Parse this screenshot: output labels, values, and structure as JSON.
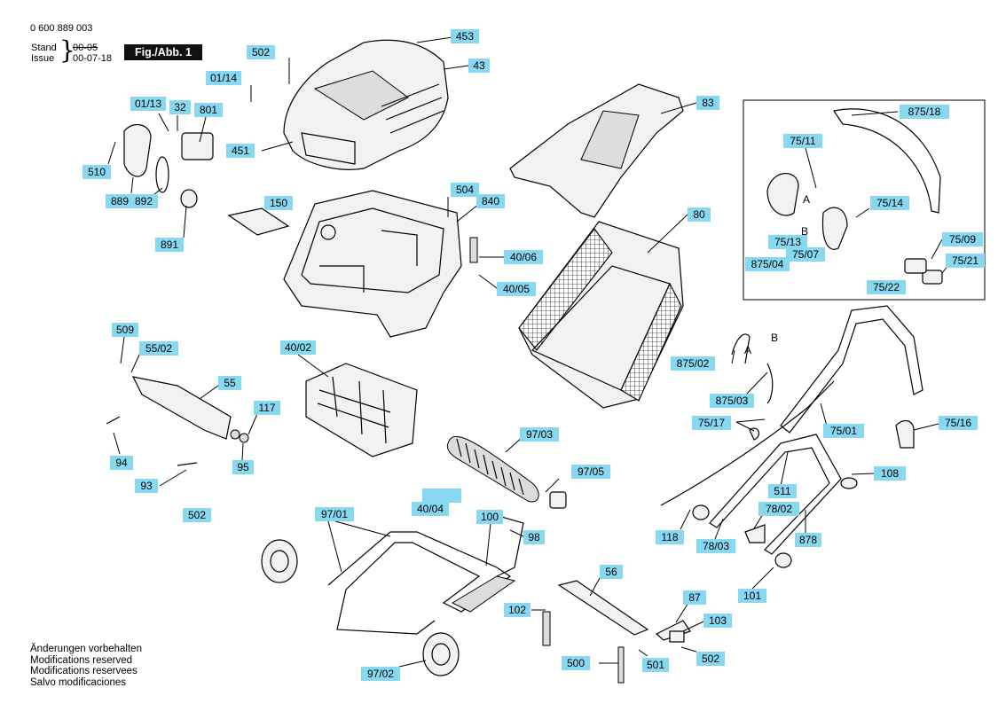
{
  "header": {
    "part_number": "0 600 889 003",
    "stand_label": "Stand",
    "issue_label": "Issue",
    "stand_old": "00-05",
    "issue_date": "00-07-18",
    "figure": "Fig./Abb. 1"
  },
  "footer": {
    "lines": [
      "Änderungen vorbehalten",
      "Modifications reserved",
      "Modifications reservees",
      "Salvo modificaciones"
    ]
  },
  "letters": {
    "a": "A",
    "b": "B"
  },
  "labels": [
    "453",
    "502",
    "43",
    "01/14",
    "83",
    "01/13",
    "32",
    "801",
    "451",
    "875/18",
    "75/11",
    "510",
    "889",
    "504",
    "840",
    "150",
    "892",
    "891",
    "40/06",
    "40/05",
    "75/14",
    "75/09",
    "75/21",
    "875/04",
    "75/13",
    "75/07",
    "75/22",
    "80",
    "509",
    "55/02",
    "40/02",
    "55",
    "117",
    "97/03",
    "875/02",
    "875/03",
    "75/17",
    "75/01",
    "75/16",
    "94",
    "95",
    "93",
    "97/05",
    "502",
    "108",
    "511",
    "40/04",
    "97/01",
    "100",
    "98",
    "78/02",
    "118",
    "78/03",
    "878",
    "56",
    "101",
    "87",
    "102",
    "103",
    "500",
    "501",
    "502",
    "97/02",
    ""
  ],
  "colors": {
    "label_bg": "#88d8f1",
    "fig_bg": "#111111",
    "fig_text": "#ffffff"
  }
}
